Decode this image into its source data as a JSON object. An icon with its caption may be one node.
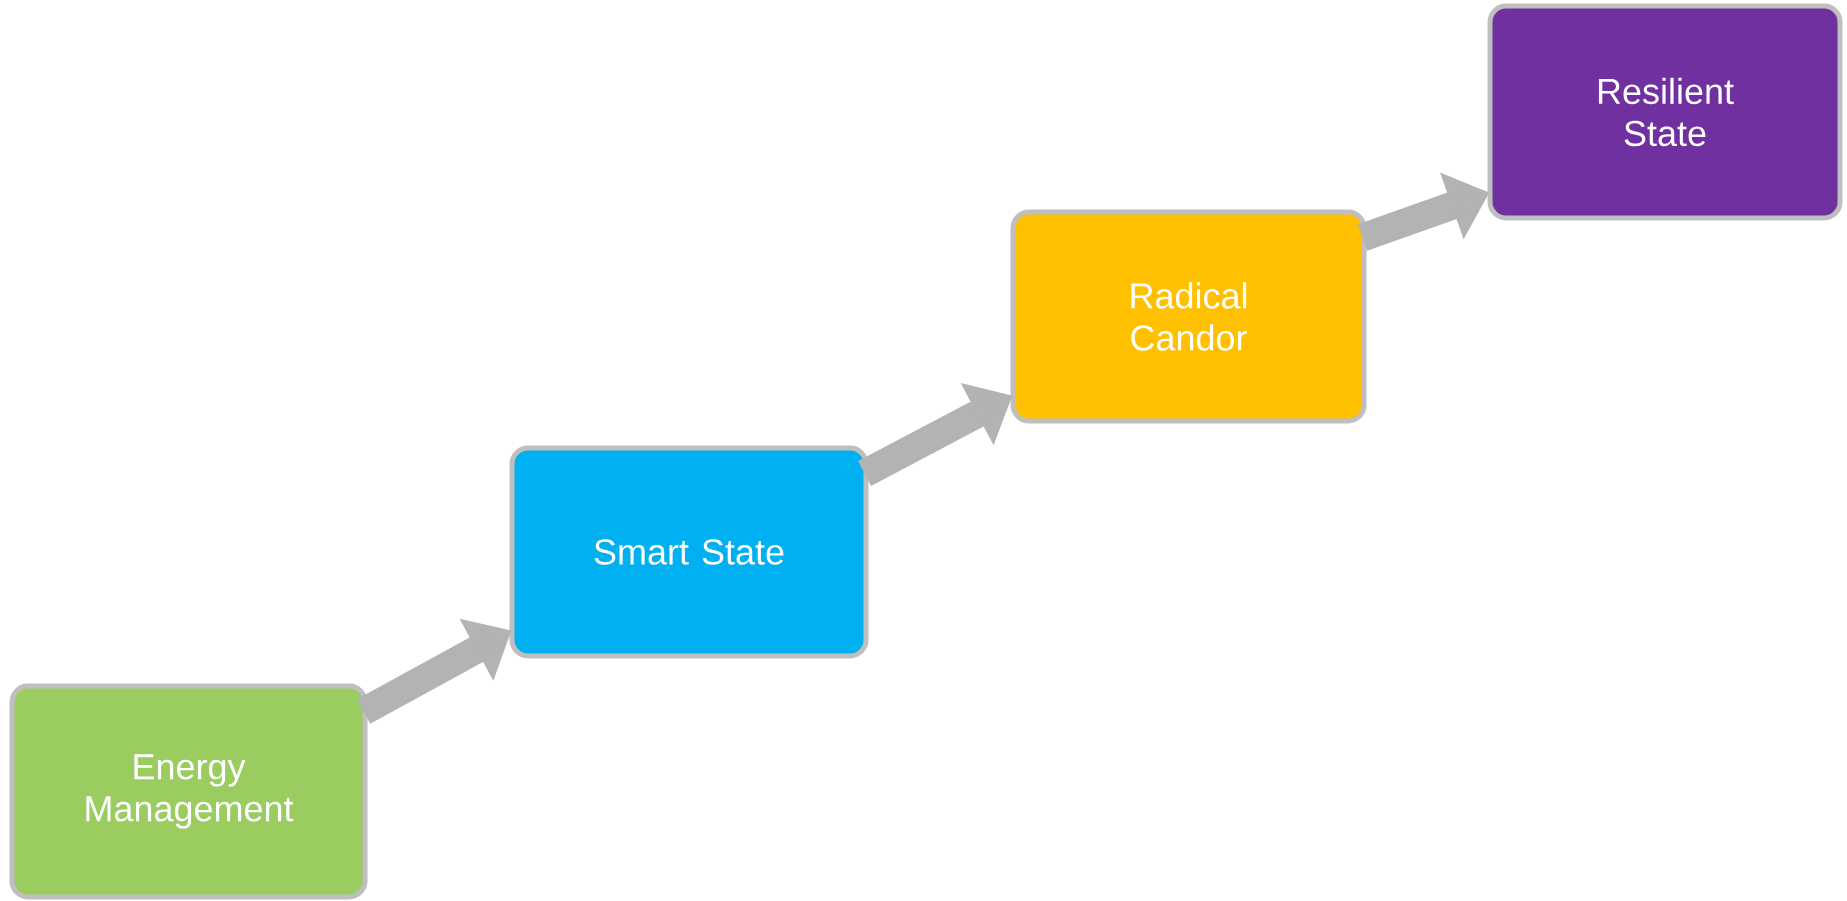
{
  "diagram": {
    "nodes": [
      {
        "text": [
          "Energy Management"
        ]
      },
      {
        "text": [
          "Smart State"
        ]
      },
      {
        "text": [
          "Radical Candor"
        ]
      },
      {
        "text": [
          "Resilient State"
        ]
      }
    ],
    "edges": [
      {
        "from": 0,
        "to": 1,
        "arrow": "to"
      },
      {
        "from": 1,
        "to": 2,
        "arrow": "to"
      },
      {
        "from": 2,
        "to": 3,
        "arrow": "to"
      }
    ]
  }
}
